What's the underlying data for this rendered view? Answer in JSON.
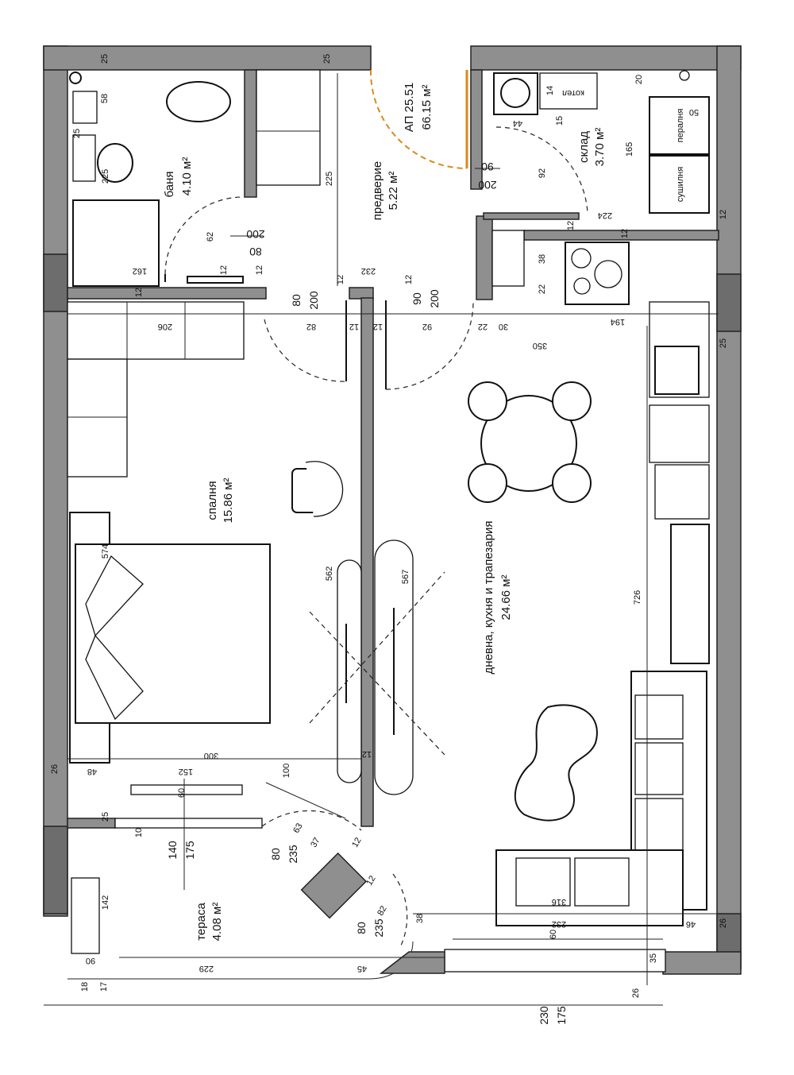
{
  "rooms": {
    "bathroom": {
      "name": "баня",
      "area": "4.10 м²"
    },
    "hall": {
      "name": "предверие",
      "area": "5.22 м²"
    },
    "apartment": {
      "name": "АП 25.51",
      "area": "66.15 м²"
    },
    "storage": {
      "name": "склад",
      "area": "3.70 м²"
    },
    "bedroom": {
      "name": "спалня",
      "area": "15.86 м²"
    },
    "living": {
      "name": "дневна, кухня и трапезария",
      "area": "24.66 м²"
    },
    "terrace": {
      "name": "тераса",
      "area": "4.08 м²"
    }
  },
  "appliances": {
    "boiler": "котел",
    "washer": "пералня",
    "dryer": "сушилня"
  },
  "doors": {
    "entrance": {
      "width": "90",
      "height": "200"
    },
    "bathroom": {
      "width": "80",
      "height": "200"
    },
    "bedroom": {
      "width": "80",
      "height": "200"
    },
    "living": {
      "width": "90",
      "height": "200"
    },
    "terrace_left": {
      "width": "140",
      "height": "175"
    },
    "terrace_diag_1": {
      "width": "80",
      "height": "235"
    },
    "terrace_diag_2": {
      "width": "80",
      "height": "235"
    },
    "window_bottom": {
      "width": "230",
      "height": "175"
    }
  },
  "dimensions": {
    "top_25_left": "25",
    "top_25_mid": "25",
    "d58": "58",
    "d25b": "25",
    "d225": "225",
    "d225b": "225",
    "d62": "62",
    "d12a": "12",
    "d12b": "12",
    "d162": "162",
    "d232": "232",
    "d12c": "12",
    "d12d": "12",
    "d12e": "12",
    "d206": "206",
    "d82a": "82",
    "d12f": "12",
    "d12g": "12",
    "d92a": "92",
    "d22a": "22",
    "d30": "30",
    "d194": "194",
    "d350": "350",
    "d25c": "25",
    "d44": "44",
    "d15": "15",
    "d92b": "92",
    "d224": "224",
    "d12h": "12",
    "d12i": "12",
    "d38": "38",
    "d22b": "22",
    "d14": "14",
    "d20": "20",
    "d50": "50",
    "d165": "165",
    "d12j": "12",
    "d574": "574",
    "d562": "562",
    "d567": "567",
    "d726": "726",
    "d300": "300",
    "d12k": "12",
    "d26a": "26",
    "d48": "48",
    "d152": "152",
    "d100": "100",
    "d60a": "60",
    "d25d": "25",
    "d10": "10",
    "d63": "63",
    "d37": "37",
    "d12l": "12",
    "d12m": "12",
    "d82b": "82",
    "d38b": "38",
    "d142": "142",
    "d90": "90",
    "d229": "229",
    "d45": "45",
    "d18": "18",
    "d17": "17",
    "d316": "316",
    "d232b": "232",
    "d46": "46",
    "d60b": "60",
    "d35": "35",
    "d26b": "26",
    "d26c": "26"
  }
}
